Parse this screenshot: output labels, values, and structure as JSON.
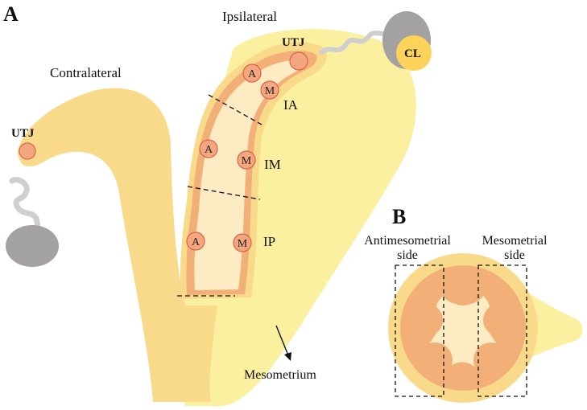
{
  "colors": {
    "uterus_outer": "#fbefa0",
    "uterus_horn": "#f8da8a",
    "muscle": "#f2b078",
    "lumen": "#fdebc4",
    "region_circle": "#f4a67e",
    "ovary_grey": "#a3a1a2",
    "corpus_luteum": "#fdd35a",
    "oviduct": "#cfcfcf"
  },
  "panel_a": {
    "letter": "A",
    "ipsilateral": "Ipsilateral",
    "contralateral": "Contralateral",
    "utj_ipsi": "UTJ",
    "utj_contra": "UTJ",
    "cl": "CL",
    "regions": {
      "ia": "IA",
      "im": "IM",
      "ip": "IP"
    },
    "antimesometrial_marker": "A",
    "mesometrial_marker": "M",
    "mesometrium": "Mesometrium"
  },
  "panel_b": {
    "letter": "B",
    "antimesometrial_line1": "Antimesometrial",
    "antimesometrial_line2": "side",
    "mesometrial_line1": "Mesometrial",
    "mesometrial_line2": "side"
  }
}
